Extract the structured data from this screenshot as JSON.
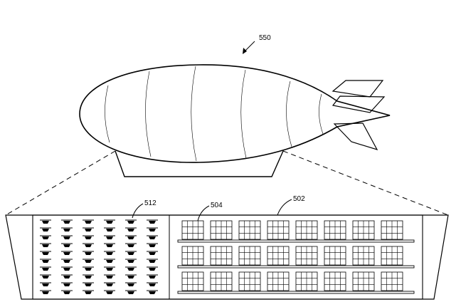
{
  "labels": {
    "airship": "550",
    "drones": "512",
    "shelf_unit": "504",
    "storage_area": "502"
  }
}
